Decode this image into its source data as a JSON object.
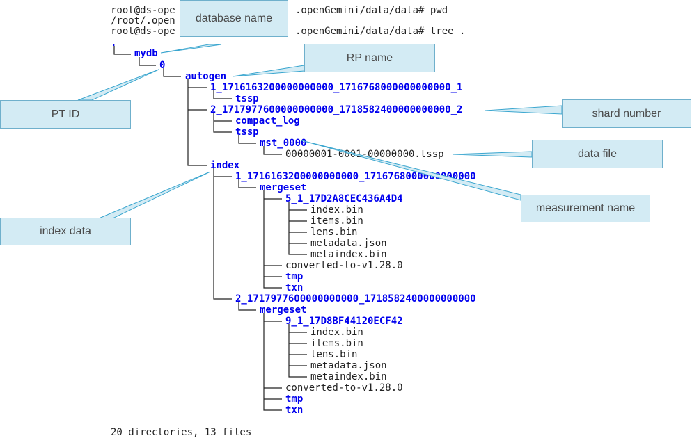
{
  "terminal": {
    "prompt_line_1": "root@ds-ope",
    "prompt_line_1_tail": ".openGemini/data/data# pwd",
    "pwd_output": "/root/.open",
    "prompt_line_3": "root@ds-ope",
    "prompt_line_3_tail": ".openGemini/data/data# tree .",
    "root_dot": "."
  },
  "tree": {
    "mydb": "mydb",
    "pt0": "0",
    "autogen": "autogen",
    "shard1": "1_1716163200000000000_1716768000000000000_1",
    "shard1_tssp": "tssp",
    "shard2": "2_1717977600000000000_1718582400000000000_2",
    "compact_log": "compact_log",
    "shard2_tssp": "tssp",
    "mst": "mst_0000",
    "tssp_file": "00000001-0001-00000000.tssp",
    "index": "index",
    "index1": "1_1716163200000000000_1716768000000000000",
    "mergeset1": "mergeset",
    "ms1_dir": "5_1_17D2A8CEC436A4D4",
    "ms1_files": [
      "index.bin",
      "items.bin",
      "lens.bin",
      "metadata.json",
      "metaindex.bin"
    ],
    "converted1": "converted-to-v1.28.0",
    "tmp1": "tmp",
    "txn1": "txn",
    "index2": "2_1717977600000000000_1718582400000000000",
    "mergeset2": "mergeset",
    "ms2_dir": "9_1_17D8BF44120ECF42",
    "ms2_files": [
      "index.bin",
      "items.bin",
      "lens.bin",
      "metadata.json",
      "metaindex.bin"
    ],
    "converted2": "converted-to-v1.28.0",
    "tmp2": "tmp",
    "txn2": "txn"
  },
  "summary": "20 directories, 13 files",
  "callouts": {
    "database_name": "database name",
    "rp_name": "RP name",
    "pt_id": "PT ID",
    "shard_number": "shard number",
    "data_file": "data file",
    "measurement_name": "measurement name",
    "index_data": "index data"
  },
  "colors": {
    "directory": "#0000ee",
    "callout_fill": "#d3ebf4",
    "callout_border": "#6fb0cc",
    "pointer": "#3aa6cf"
  }
}
